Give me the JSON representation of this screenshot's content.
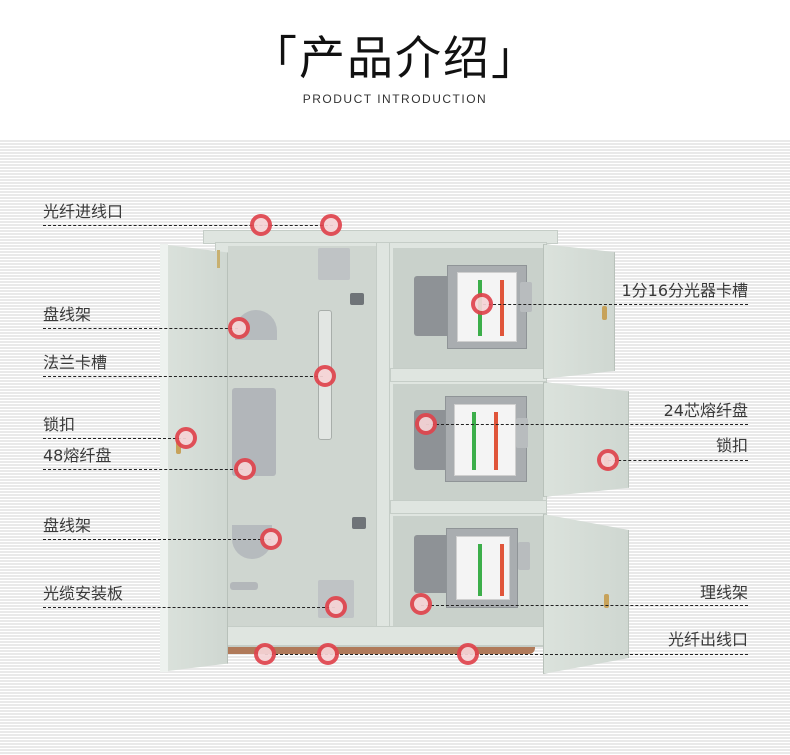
{
  "header": {
    "title_open": "「",
    "title": "产品介绍",
    "title_close": "」",
    "subtitle": "PRODUCT  INTRODUCTION"
  },
  "callouts": {
    "left": [
      {
        "label": "光纤进线口"
      },
      {
        "label": "盘线架"
      },
      {
        "label": "法兰卡槽"
      },
      {
        "label": "锁扣"
      },
      {
        "label": "48熔纤盘"
      },
      {
        "label": "盘线架"
      },
      {
        "label": "光缆安装板"
      }
    ],
    "right": [
      {
        "label": "1分16分光器卡槽"
      },
      {
        "label": "24芯熔纤盘"
      },
      {
        "label": "锁扣"
      },
      {
        "label": "理线架"
      },
      {
        "label": "光纤出线口"
      }
    ]
  },
  "colors": {
    "marker": "#e0444d",
    "marker_fill": "#f6d4d6",
    "cabinet": "#d6ddd7",
    "green_bar": "#3cae4a",
    "red_bar": "#e0553a"
  }
}
